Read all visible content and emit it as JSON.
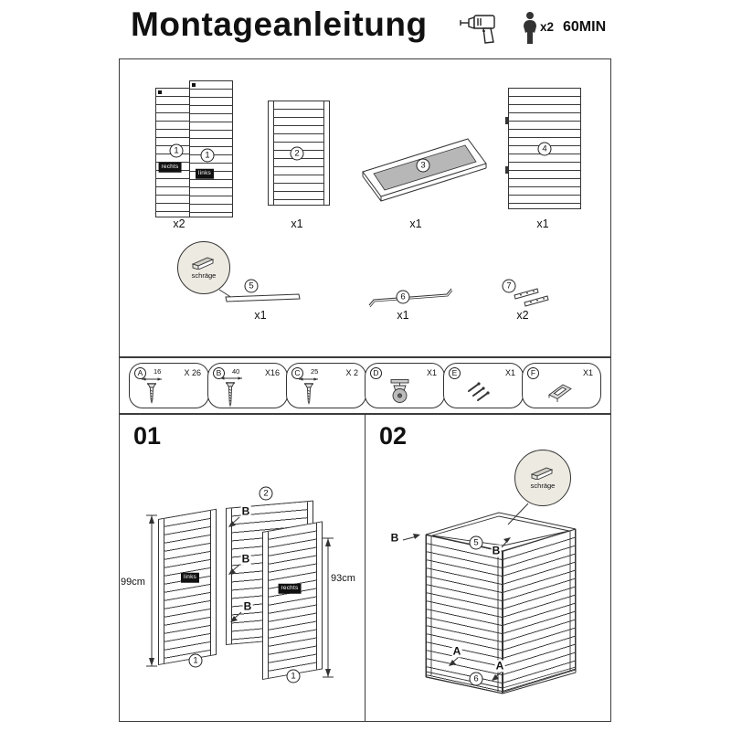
{
  "header": {
    "title": "Montageanleitung",
    "person_count": "x2",
    "duration": "60MIN"
  },
  "colors": {
    "callout_fill": "#edeae2",
    "part3_fill": "#b7b7b7",
    "chip_bg": "#101010"
  },
  "parts": {
    "p1": {
      "num": "1",
      "qty": "x2",
      "chip_right": "rechts",
      "chip_left": "links"
    },
    "p2": {
      "num": "2",
      "qty": "x1"
    },
    "p3": {
      "num": "3",
      "qty": "x1"
    },
    "p4": {
      "num": "4",
      "qty": "x1"
    },
    "p5": {
      "num": "5",
      "qty": "x1",
      "callout": "schräge"
    },
    "p6": {
      "num": "6",
      "qty": "x1"
    },
    "p7": {
      "num": "7",
      "qty": "x2"
    }
  },
  "hardware": {
    "a": {
      "letter": "A",
      "dim": "16",
      "qty": "X 26"
    },
    "b": {
      "letter": "B",
      "dim": "40",
      "qty": "X16"
    },
    "c": {
      "letter": "C",
      "dim": "25",
      "qty": "X 2"
    },
    "d": {
      "letter": "D",
      "qty": "X1"
    },
    "e": {
      "letter": "E",
      "qty": "X1"
    },
    "f": {
      "letter": "F",
      "qty": "X1"
    }
  },
  "step1": {
    "num": "01",
    "dim_left": "99cm",
    "dim_right": "93cm",
    "chip_left": "links",
    "chip_right": "rechts",
    "b1": "B",
    "b2": "B",
    "b3": "B",
    "part_back": "2",
    "part_left": "1",
    "part_right": "1"
  },
  "step2": {
    "num": "02",
    "callout": "schräge",
    "b_left": "B",
    "b_top": "B",
    "part5": "5",
    "a1": "A",
    "a2": "A",
    "part6": "6"
  }
}
